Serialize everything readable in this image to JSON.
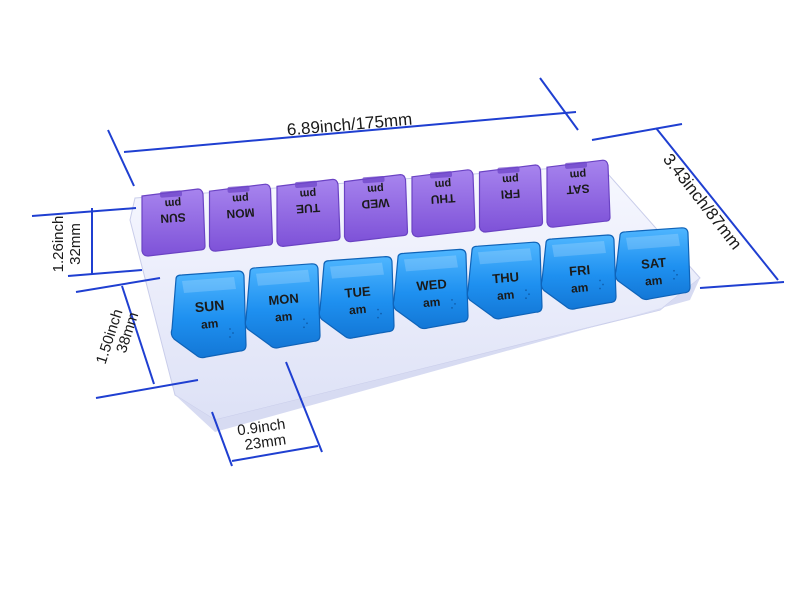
{
  "colors": {
    "am_lid": "#1e90f0",
    "pm_lid": "#8a5ce0",
    "base": "#eef0fb",
    "dimension_line": "#1f3fd1"
  },
  "dimensions": {
    "length": "6.89inch/175mm",
    "width": "3.43inch/87mm",
    "pm_height_inch": "1.26inch",
    "pm_height_mm": "32mm",
    "am_height_inch": "1.50inch",
    "am_height_mm": "38mm",
    "compartment_width_inch": "0.9inch",
    "compartment_width_mm": "23mm"
  },
  "pm_row": {
    "days": [
      "SUN",
      "MON",
      "TUE",
      "WED",
      "THU",
      "FRI",
      "SAT"
    ],
    "period": "pm"
  },
  "am_row": {
    "days": [
      "SUN",
      "MON",
      "TUE",
      "WED",
      "THU",
      "FRI",
      "SAT"
    ],
    "period": "am"
  }
}
